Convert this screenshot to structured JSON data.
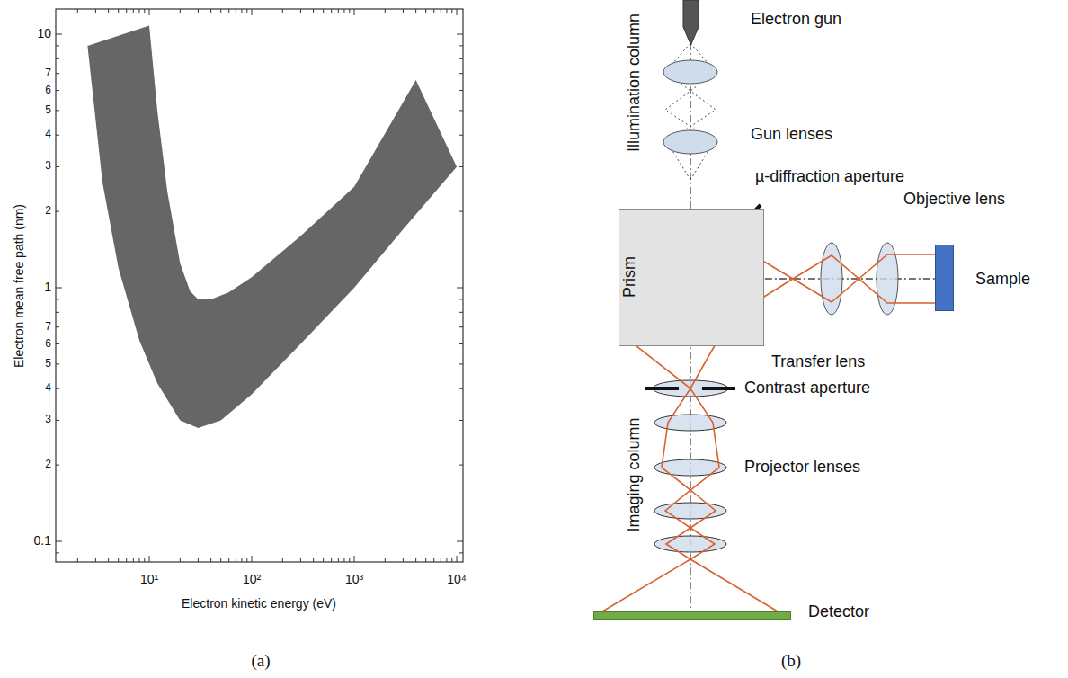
{
  "diagram": {
    "nodes": [
      {
        "text": [
          "Prism"
        ]
      },
      {
        "text": [
          "Sample"
        ]
      },
      {
        "text": [
          "Detector"
        ]
      }
    ],
    "labels": [
      "Electron mean free path (nm)",
      "10",
      "7",
      "6",
      "5",
      "4",
      "3",
      "2",
      "1",
      "7",
      "6",
      "5",
      "4",
      "3",
      "2",
      "0.1",
      "10¹",
      "10²",
      "10³",
      "10⁴",
      "Electron kinetic energy (eV)",
      "(a)",
      "Electron gun",
      "Illumination column",
      "Gun lenses",
      "µ-diffraction aperture",
      "Objective lens",
      "Transfer lens",
      "Contrast aperture",
      "Imaging column",
      "Projector lenses",
      "(b)"
    ]
  }
}
